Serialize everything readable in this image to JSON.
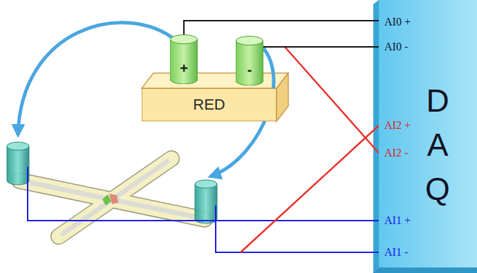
{
  "diagram": {
    "nodes": [
      {
        "text": [
          "RED"
        ]
      },
      {
        "text": [
          "+"
        ]
      },
      {
        "text": [
          "-"
        ]
      },
      {
        "text": [
          "D A Q"
        ]
      }
    ],
    "edges": [
      {
        "from": 1,
        "to": 3,
        "arrow": "none"
      },
      {
        "from": 2,
        "to": 3,
        "arrow": "none"
      }
    ],
    "labels": [
      "AI0 +",
      "AI0 -",
      "AI2 +",
      "AI2 -",
      "AI1 +",
      "AI1 -"
    ]
  }
}
